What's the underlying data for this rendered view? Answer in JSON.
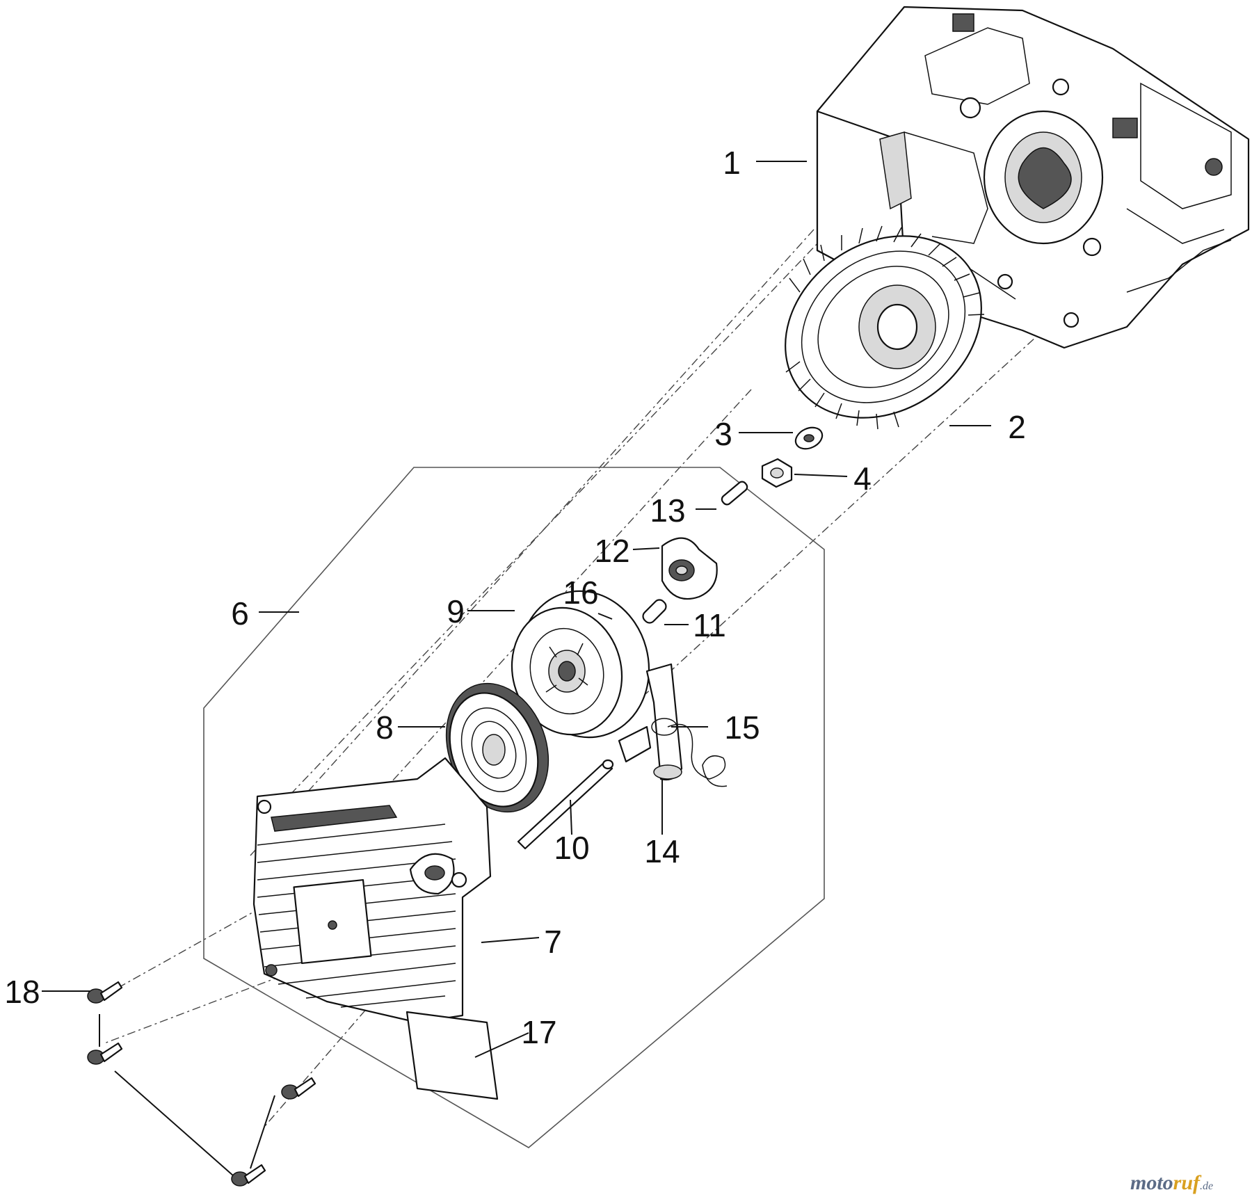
{
  "callouts": [
    {
      "id": "1",
      "label": "1"
    },
    {
      "id": "2",
      "label": "2"
    },
    {
      "id": "3",
      "label": "3"
    },
    {
      "id": "4",
      "label": "4"
    },
    {
      "id": "6",
      "label": "6"
    },
    {
      "id": "7",
      "label": "7"
    },
    {
      "id": "8",
      "label": "8"
    },
    {
      "id": "9",
      "label": "9"
    },
    {
      "id": "10",
      "label": "10"
    },
    {
      "id": "11",
      "label": "11"
    },
    {
      "id": "12",
      "label": "12"
    },
    {
      "id": "13",
      "label": "13"
    },
    {
      "id": "14",
      "label": "14"
    },
    {
      "id": "15",
      "label": "15"
    },
    {
      "id": "16",
      "label": "16"
    },
    {
      "id": "17",
      "label": "17"
    },
    {
      "id": "18",
      "label": "18"
    }
  ],
  "watermark": {
    "part1": "moto",
    "part2": "ruf",
    "suffix": ".de"
  }
}
